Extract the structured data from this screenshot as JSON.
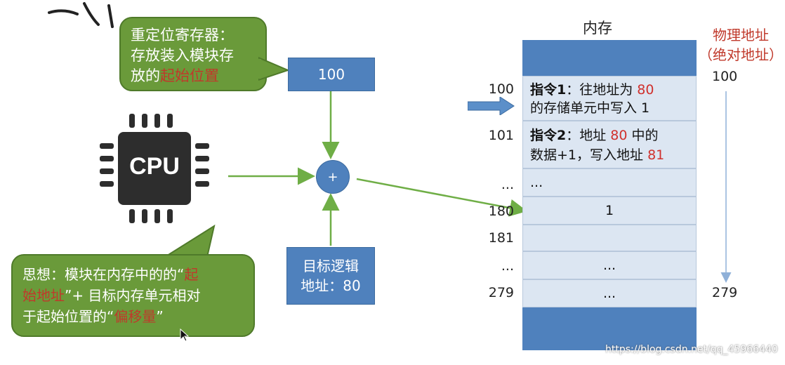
{
  "callout_top": {
    "line1": "重定位寄存器：",
    "line2": "存放装入模块存",
    "line3_prefix": "放的",
    "line3_red": "起始位置"
  },
  "register_value": "100",
  "adder_symbol": "+",
  "cpu_label": "CPU",
  "logical_box": {
    "line1": "目标逻辑",
    "line2": "地址：80"
  },
  "callout_bottom": {
    "l1_prefix": "思想：模块在内存中的的“",
    "l1_red": "起",
    "l2_red": "始地址",
    "l2_rest": "”+ 目标内存单元相对",
    "l3_prefix": "于起始位置的“",
    "l3_red": "偏移量",
    "l3_suffix": "”"
  },
  "memory_title": "内存",
  "physical_header": {
    "line1": "物理地址",
    "line2": "（绝对地址）"
  },
  "addresses": [
    "100",
    "101",
    "...",
    "180",
    "181",
    "...",
    "279"
  ],
  "cells": {
    "c0": {
      "bold": "指令1",
      "t1": "：往地址为 ",
      "num": "80",
      "t2": "的存储单元中写入 1"
    },
    "c1": {
      "bold": "指令2",
      "t1": "：地址 ",
      "num1": "80",
      "t2": " 中的",
      "t3": "数据+1，写入地址 ",
      "num2": "81"
    },
    "c2": "...",
    "c3": "1",
    "c4": "",
    "c5": "...",
    "c6": "..."
  },
  "phys_start": "100",
  "phys_end": "279",
  "watermark": "https://blog.csdn.net/qq_45966440",
  "colors": {
    "callout_green": "#6a9a3a",
    "box_blue": "#4f81bd",
    "cell_fill": "#dce6f2",
    "arrow_green": "#6fae46",
    "highlight_red": "#d0312d"
  }
}
